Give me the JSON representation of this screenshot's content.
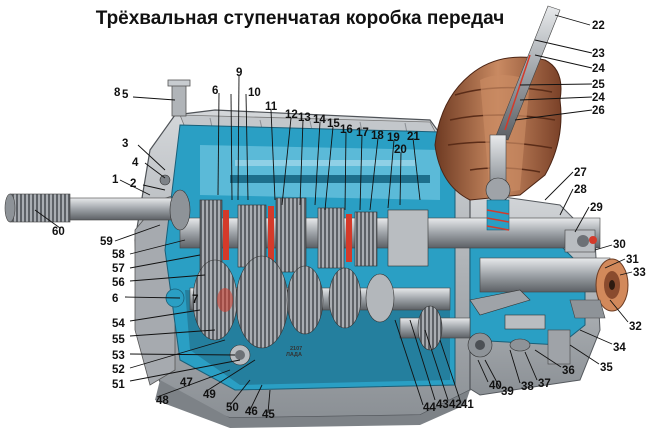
{
  "title": "Трёхвальная ступенчатая коробка передач",
  "housing_label": "2107\nЛАДА",
  "colors": {
    "cutaway": "#2a9fc4",
    "cutaway_dark": "#1d6f8c",
    "metal": "#b9bdc1",
    "metal_dark": "#6d7176",
    "boot": "#8a4b2e",
    "boot_light": "#c98a62",
    "red": "#d43a2a"
  },
  "callouts": [
    {
      "n": "1"
    },
    {
      "n": "2"
    },
    {
      "n": "3"
    },
    {
      "n": "4"
    },
    {
      "n": "5"
    },
    {
      "n": "6"
    },
    {
      "n": "7"
    },
    {
      "n": "8"
    },
    {
      "n": "9"
    },
    {
      "n": "10"
    },
    {
      "n": "11"
    },
    {
      "n": "12"
    },
    {
      "n": "13"
    },
    {
      "n": "14"
    },
    {
      "n": "15"
    },
    {
      "n": "16"
    },
    {
      "n": "17"
    },
    {
      "n": "18"
    },
    {
      "n": "19"
    },
    {
      "n": "20"
    },
    {
      "n": "21"
    },
    {
      "n": "22"
    },
    {
      "n": "23"
    },
    {
      "n": "24"
    },
    {
      "n": "25"
    },
    {
      "n": "24"
    },
    {
      "n": "26"
    },
    {
      "n": "27"
    },
    {
      "n": "28"
    },
    {
      "n": "29"
    },
    {
      "n": "30"
    },
    {
      "n": "31"
    },
    {
      "n": "33"
    },
    {
      "n": "32"
    },
    {
      "n": "34"
    },
    {
      "n": "35"
    },
    {
      "n": "36"
    },
    {
      "n": "37"
    },
    {
      "n": "38"
    },
    {
      "n": "39"
    },
    {
      "n": "40"
    },
    {
      "n": "41"
    },
    {
      "n": "42"
    },
    {
      "n": "43"
    },
    {
      "n": "44"
    },
    {
      "n": "45"
    },
    {
      "n": "46"
    },
    {
      "n": "50"
    },
    {
      "n": "49"
    },
    {
      "n": "47"
    },
    {
      "n": "48"
    },
    {
      "n": "51"
    },
    {
      "n": "52"
    },
    {
      "n": "53"
    },
    {
      "n": "55"
    },
    {
      "n": "54"
    },
    {
      "n": "6"
    },
    {
      "n": "56"
    },
    {
      "n": "57"
    },
    {
      "n": "58"
    },
    {
      "n": "59"
    },
    {
      "n": "60"
    }
  ]
}
